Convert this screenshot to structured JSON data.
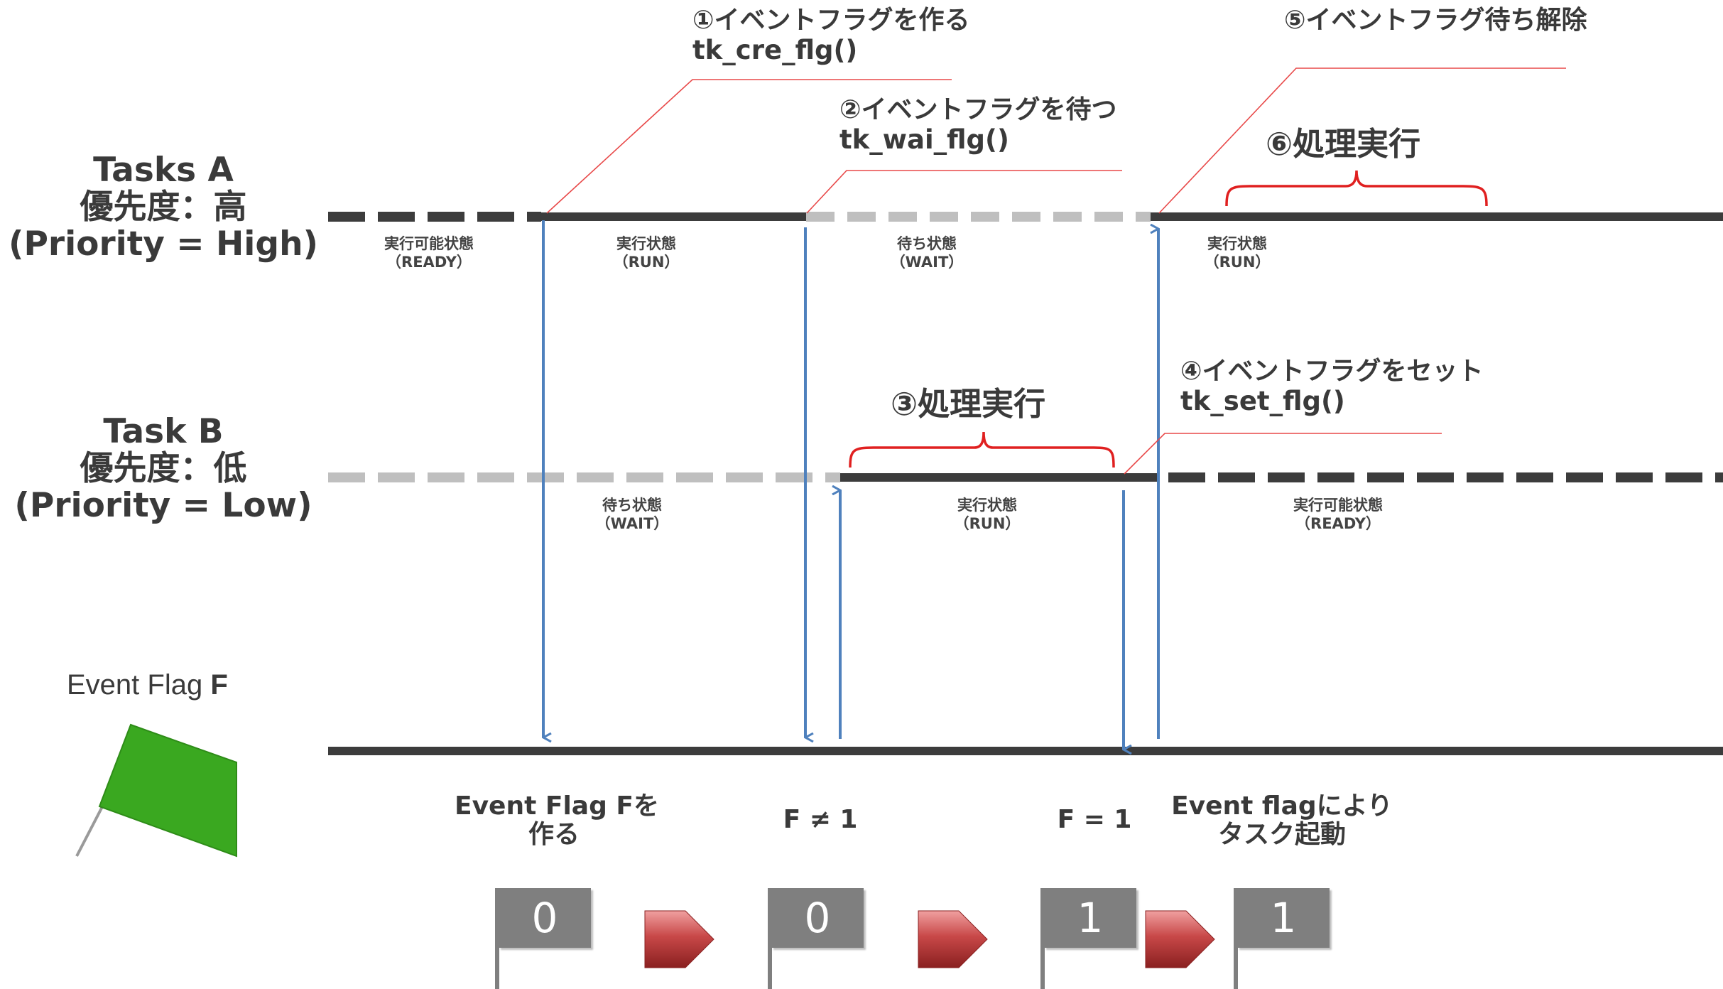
{
  "lanes": {
    "task_a": {
      "line1": "Tasks A",
      "line2": "優先度：高",
      "line3": "(Priority = High)"
    },
    "task_b": {
      "line1": "Task B",
      "line2": "優先度：低",
      "line3": "(Priority = Low)"
    }
  },
  "states": {
    "a_ready": {
      "jp": "実行可能状態",
      "en": "（READY）"
    },
    "a_run1": {
      "jp": "実行状態",
      "en": "（RUN）"
    },
    "a_wait": {
      "jp": "待ち状態",
      "en": "（WAIT）"
    },
    "a_run2": {
      "jp": "実行状態",
      "en": "（RUN）"
    },
    "b_wait": {
      "jp": "待ち状態",
      "en": "（WAIT）"
    },
    "b_run": {
      "jp": "実行状態",
      "en": "（RUN）"
    },
    "b_ready": {
      "jp": "実行可能状態",
      "en": "（READY）"
    }
  },
  "annotations": {
    "step1": {
      "title": "①イベントフラグを作る",
      "code": "tk_cre_flg()"
    },
    "step2": {
      "title": "②イベントフラグを待つ",
      "code": "tk_wai_flg()"
    },
    "step4": {
      "title": "④イベントフラグをセット",
      "code": "tk_set_flg()"
    },
    "step5": {
      "title": "⑤イベントフラグ待ち解除"
    },
    "step3": "③処理実行",
    "step6": "⑥処理実行"
  },
  "event_flag": {
    "label": "Event Flag",
    "name": "F"
  },
  "bottom": {
    "create_line1": "Event Flag Fを",
    "create_line2": "作る",
    "not_one": "F ≠ 1",
    "equals_one": "F = 1",
    "wake_line1": "Event flagにより",
    "wake_line2": "タスク起動"
  },
  "flags": [
    "0",
    "0",
    "1",
    "1"
  ],
  "colors": {
    "dark_line": "#3c3c3c",
    "light_dash": "#bfbfbf",
    "arrow": "#4f81bd",
    "callout": "#e84848",
    "brace": "#e02020",
    "flag_box": "#7f7f7f",
    "chevron": "#b83a3a",
    "green_flag": "#3aa820"
  }
}
